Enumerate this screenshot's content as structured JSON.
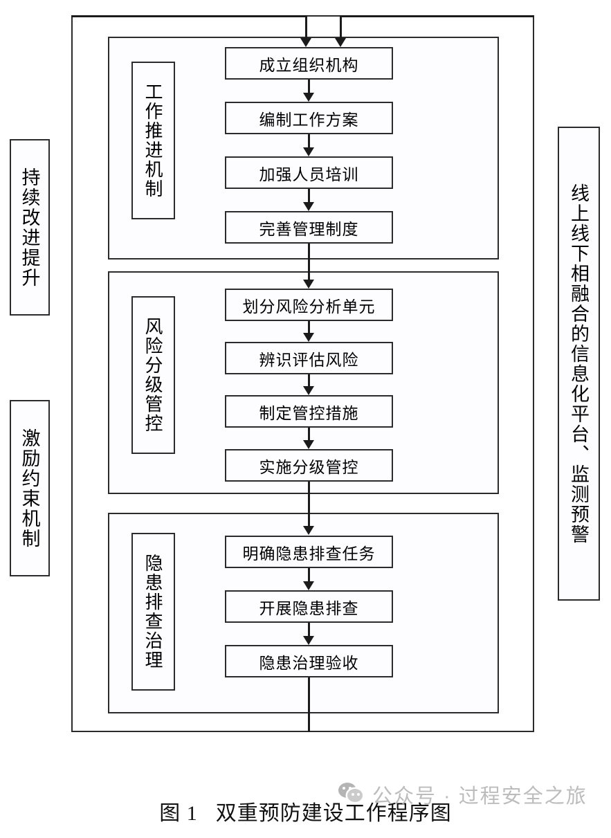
{
  "figure": {
    "caption_prefix": "图 1",
    "caption_title": "双重预防建设工作程序图"
  },
  "watermark": {
    "icon": "wechat-logo",
    "text": "公众号 · 过程安全之旅",
    "color": "#b9b9b9"
  },
  "side_labels": {
    "left": [
      {
        "id": "continuous-improvement",
        "text": "持续改进提升"
      },
      {
        "id": "incentive-constraint",
        "text": "激励约束机制"
      }
    ],
    "right": [
      {
        "id": "online-offline-platform",
        "text": "线上线下相融合的信息化平台、监测预警"
      }
    ]
  },
  "chart_data": {
    "type": "diagram",
    "title": "双重预防建设工作程序图",
    "groups": [
      {
        "id": "work-promotion-mechanism",
        "label": "工作推进机制",
        "steps": [
          "成立组织机构",
          "编制工作方案",
          "加强人员培训",
          "完善管理制度"
        ]
      },
      {
        "id": "risk-grading-control",
        "label": "风险分级管控",
        "steps": [
          "划分风险分析单元",
          "辨识评估风险",
          "制定管控措施",
          "实施分级管控"
        ]
      },
      {
        "id": "hazard-investigation-governance",
        "label": "隐患排查治理",
        "steps": [
          "明确隐患排查任务",
          "开展隐患排查",
          "隐患治理验收"
        ]
      }
    ],
    "flow": "top-down sequential with feedback loop from final step back to first step via left and right outer frame rails",
    "colors": {
      "line": "#1b1b1b",
      "box_fill": "#fdfdff",
      "box_border": "#2b2b2b",
      "text": "#000000"
    }
  }
}
